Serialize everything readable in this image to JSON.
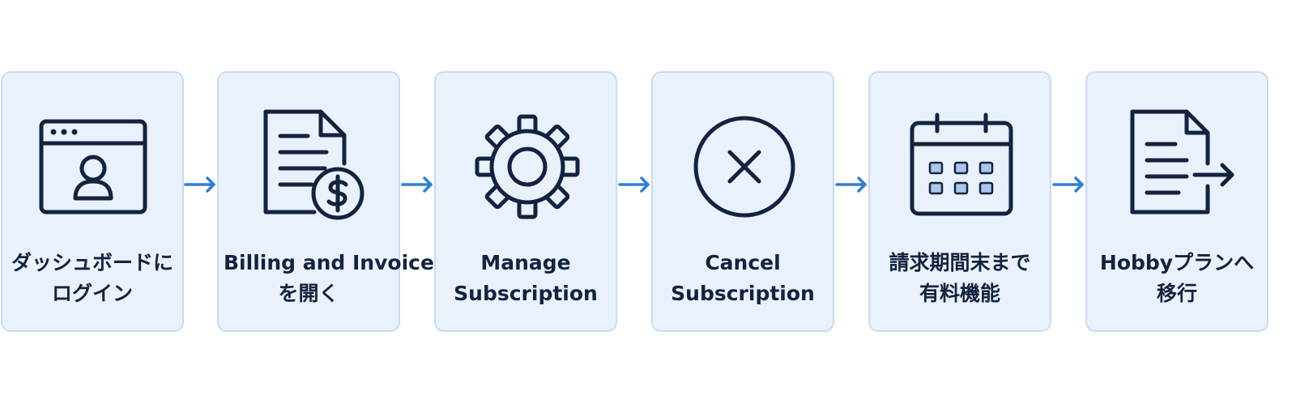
{
  "colors": {
    "card_background": "#e9f2fc",
    "card_border": "#c6dbf3",
    "icon_stroke": "#13233f",
    "arrow": "#2f7fd6",
    "calendar_cells": "#a9c6ea"
  },
  "steps": [
    {
      "icon": "browser-user-icon",
      "label_lines": [
        "ダッシュボードに",
        "ログイン"
      ]
    },
    {
      "icon": "invoice-dollar-icon",
      "label_lines": [
        "Billing and Invoices",
        "を開く"
      ]
    },
    {
      "icon": "gear-icon",
      "label_lines": [
        "Manage",
        "Subscription"
      ]
    },
    {
      "icon": "cancel-circle-icon",
      "label_lines": [
        "Cancel",
        "Subscription"
      ]
    },
    {
      "icon": "calendar-icon",
      "label_lines": [
        "請求期間末まで",
        "有料機能"
      ]
    },
    {
      "icon": "document-export-icon",
      "label_lines": [
        "Hobbyプランへ",
        "移行"
      ]
    }
  ]
}
